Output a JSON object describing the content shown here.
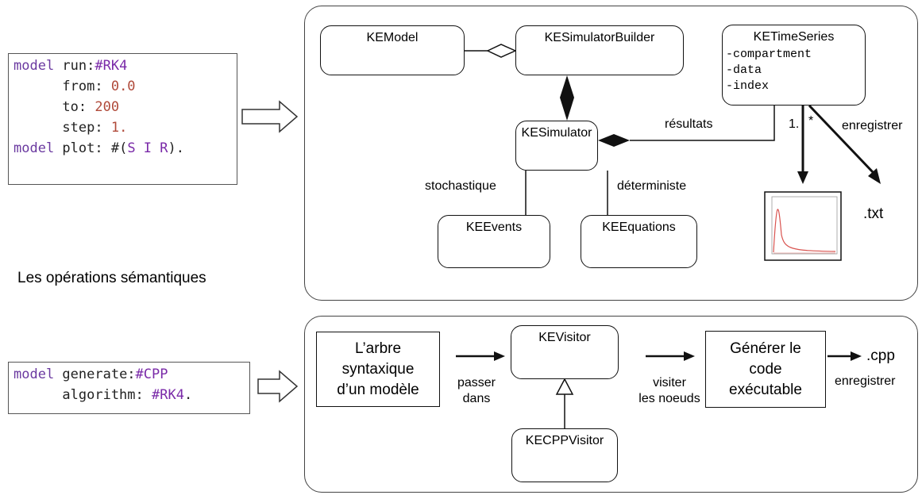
{
  "code_top": {
    "lines": [
      {
        "parts": [
          {
            "t": "model ",
            "c": "kw"
          },
          {
            "t": "run:",
            "c": "plain"
          },
          {
            "t": "#RK4",
            "c": "sym"
          }
        ]
      },
      {
        "parts": [
          {
            "t": "      from: ",
            "c": "plain"
          },
          {
            "t": "0.0",
            "c": "num"
          }
        ]
      },
      {
        "parts": [
          {
            "t": "      to: ",
            "c": "plain"
          },
          {
            "t": "200",
            "c": "num"
          }
        ]
      },
      {
        "parts": [
          {
            "t": "      step: ",
            "c": "plain"
          },
          {
            "t": "1.",
            "c": "num"
          }
        ]
      },
      {
        "parts": [
          {
            "t": "model ",
            "c": "kw"
          },
          {
            "t": "plot: #(",
            "c": "plain"
          },
          {
            "t": "S I R",
            "c": "sym"
          },
          {
            "t": ").",
            "c": "plain"
          }
        ]
      }
    ]
  },
  "code_bottom": {
    "lines": [
      {
        "parts": [
          {
            "t": "model ",
            "c": "kw"
          },
          {
            "t": "generate:",
            "c": "plain"
          },
          {
            "t": "#CPP",
            "c": "sym"
          }
        ]
      },
      {
        "parts": [
          {
            "t": "      algorithm: ",
            "c": "plain"
          },
          {
            "t": "#RK4",
            "c": "sym"
          },
          {
            "t": ".",
            "c": "plain"
          }
        ]
      }
    ]
  },
  "caption": "Les opérations sémantiques",
  "top_diagram": {
    "ke_model": "KEModel",
    "ke_simulator_builder": "KESimulatorBuilder",
    "ke_time_series": "KETimeSeries",
    "ke_time_series_attrs": "-compartment\n-data\n-index",
    "ke_simulator": "KESimulator",
    "ke_events": "KEEvents",
    "ke_equations": "KEEquations",
    "label_results": "résultats",
    "label_stochastic": "stochastique",
    "label_deterministic": "déterministe",
    "label_multiplicity_1": "1.",
    "label_multiplicity_star": "*",
    "label_save": "enregistrer",
    "label_txt": ".txt"
  },
  "bottom_diagram": {
    "syntax_tree": "L’arbre\nsyntaxique\nd’un modèle",
    "label_pass_into": "passer\ndans",
    "ke_visitor": "KEVisitor",
    "label_visit_nodes": "visiter\nles noeuds",
    "generate_code": "Générer le\ncode\nexécutable",
    "label_cpp": ".cpp",
    "label_save": "enregistrer",
    "ke_cpp_visitor": "KECPPVisitor"
  },
  "colors": {
    "keyword": "#6b3aa0",
    "symbol": "#7a2aa8",
    "number": "#b04a3a",
    "plot_line": "#d9534f"
  }
}
